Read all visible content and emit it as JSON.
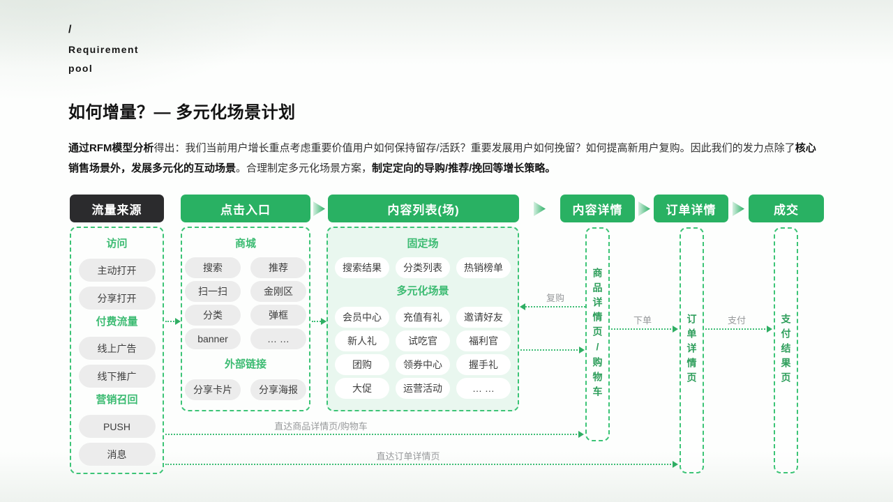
{
  "brand": {
    "slash": "/",
    "line1": "Requirement",
    "line2": "pool"
  },
  "title": "如何增量？— 多元化场景计划",
  "paragraph": {
    "seg0": "通过RFM模型分析",
    "seg1": "得出：我们当前用户增长重点考虑重要价值用户如何保持留存/活跃？重要发展用户如何挽留？如何提高新用户复购。因此我们的发力点除了",
    "seg2": "核心销售场景外，发展多元化的互动场景",
    "seg3": "。合理制定多元化场景方案，",
    "seg4": "制定定向的导购/推荐/挽回等增长策略。"
  },
  "flow": {
    "headers": [
      "流量来源",
      "点击入口",
      "内容列表(场)",
      "内容详情",
      "订单详情",
      "成交"
    ],
    "traffic": {
      "groups": [
        {
          "label": "访问",
          "items": [
            "主动打开",
            "分享打开"
          ]
        },
        {
          "label": "付费流量",
          "items": [
            "线上广告",
            "线下推广"
          ]
        },
        {
          "label": "营销召回",
          "items": [
            "PUSH",
            "消息"
          ]
        }
      ]
    },
    "entry": {
      "groups": [
        {
          "label": "商城",
          "items": [
            "搜索",
            "推荐",
            "扫一扫",
            "金刚区",
            "分类",
            "弹框",
            "banner",
            "… …"
          ]
        },
        {
          "label": "外部链接",
          "items": [
            "分享卡片",
            "分享海报"
          ]
        }
      ]
    },
    "content": {
      "groups": [
        {
          "label": "固定场",
          "items": [
            "搜索结果",
            "分类列表",
            "热销榜单"
          ]
        },
        {
          "label": "多元化场景",
          "items": [
            "会员中心",
            "充值有礼",
            "邀请好友",
            "新人礼",
            "试吃官",
            "福利官",
            "团购",
            "领券中心",
            "握手礼",
            "大促",
            "运营活动",
            "… …"
          ]
        }
      ]
    },
    "pages": [
      "商品详情页/购物车",
      "订单详情页",
      "支付结果页"
    ],
    "edges": {
      "repurchase": "复购",
      "place_order": "下单",
      "pay": "支付",
      "direct_product": "直达商品详情页/购物车",
      "direct_order": "直达订单详情页"
    }
  },
  "colors": {
    "green": "#29B163",
    "green_border": "#3CC476",
    "green_text": "#3CBB72",
    "dark": "#2B2B2D",
    "light_green_bg": "#E9F7EF",
    "pill_gray": "#ECECEC",
    "gray_text": "#97999B"
  }
}
